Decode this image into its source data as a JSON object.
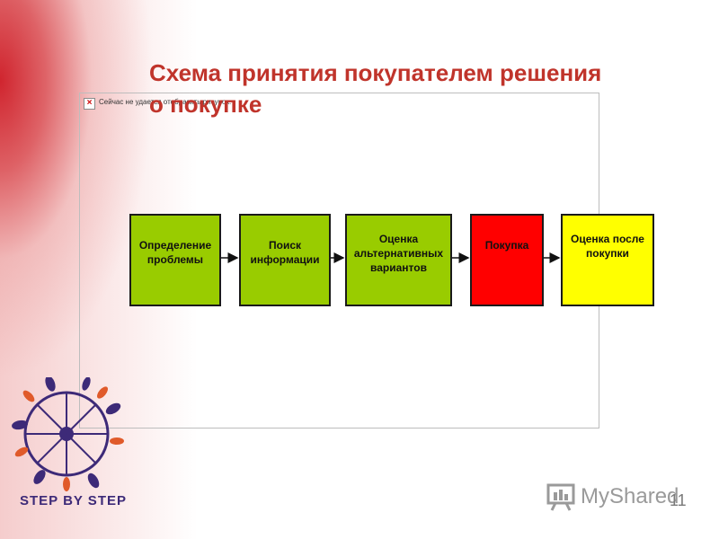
{
  "title": "Схема принятия покупателем решения о покупке",
  "broken_image_text": "Сейчас не удается отобразить рисунок.",
  "steps": [
    {
      "label": "Определение\nпроблемы",
      "color": "#99cc00"
    },
    {
      "label": "Поиск\nинформации",
      "color": "#99cc00"
    },
    {
      "label": "Оценка\nальтернативных\nвариантов",
      "color": "#99cc00"
    },
    {
      "label": "Покупка",
      "color": "#ff0000"
    },
    {
      "label": "Оценка после\nпокупки",
      "color": "#ffff00"
    }
  ],
  "logo": {
    "text": "STEP BY STEP",
    "icon": "sun-wheel-logo-icon"
  },
  "watermark": {
    "text": "MyShared",
    "icon": "presentation-board-icon"
  },
  "page_number": "11"
}
